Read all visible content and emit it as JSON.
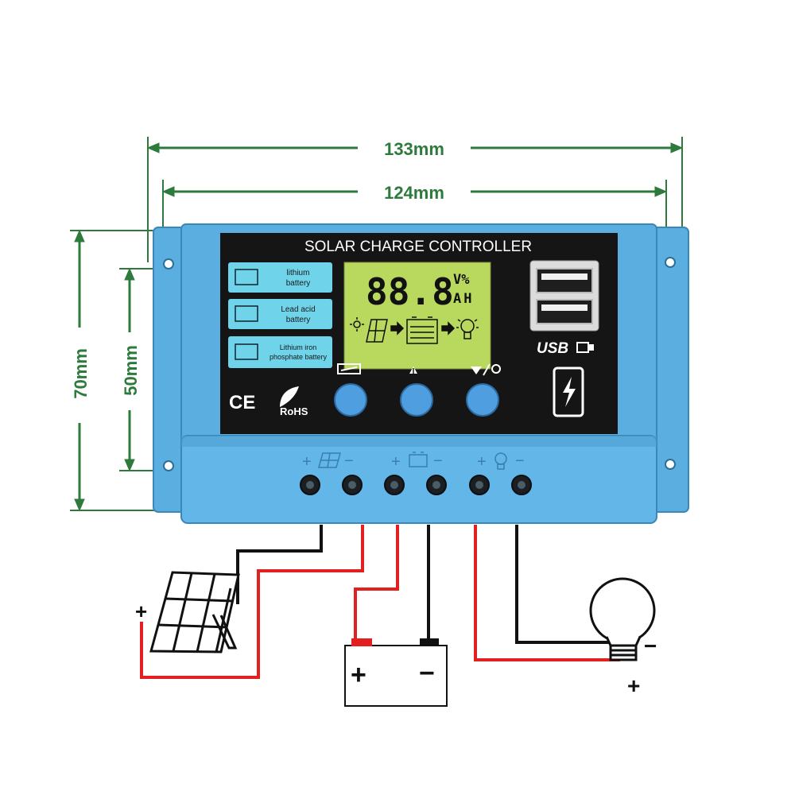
{
  "dimensions": {
    "overall_width": "133mm",
    "inner_width": "124mm",
    "overall_height": "70mm",
    "inner_height": "50mm",
    "color": "#2e7a3c"
  },
  "panel": {
    "title": "SOLAR CHARGE CONTROLLER",
    "body_color": "#5aaee0",
    "face_color": "#151515",
    "battery_types": [
      {
        "label_line1": "lithium",
        "label_line2": "battery"
      },
      {
        "label_line1": "Lead acid",
        "label_line2": "battery"
      },
      {
        "label_line1": "Lithium iron",
        "label_line2": "phosphate battery"
      }
    ],
    "certifications": {
      "ce": "CE",
      "rohs": "RoHS"
    },
    "lcd": {
      "digits": "88.8",
      "unit_top": "V%",
      "unit_bottom": "AH",
      "background": "#b9d95e"
    },
    "usb": {
      "label": "USB"
    },
    "buttons": [
      {
        "name": "menu-button",
        "icon": "menu-icon"
      },
      {
        "name": "up-button",
        "icon": "up-arrow-icon"
      },
      {
        "name": "down-light-button",
        "icon": "down-arrow-bulb-icon"
      }
    ]
  },
  "terminals": {
    "groups": [
      {
        "plus": "+",
        "minus": "−",
        "icon": "solar-panel-icon"
      },
      {
        "plus": "+",
        "minus": "−",
        "icon": "battery-icon"
      },
      {
        "plus": "+",
        "minus": "−",
        "icon": "bulb-icon"
      }
    ]
  },
  "wiring": {
    "positive_color": "#e32020",
    "negative_color": "#111111",
    "solar_plus": "+",
    "battery_plus": "+",
    "battery_minus": "−",
    "load_minus": "−",
    "load_plus": "+"
  }
}
